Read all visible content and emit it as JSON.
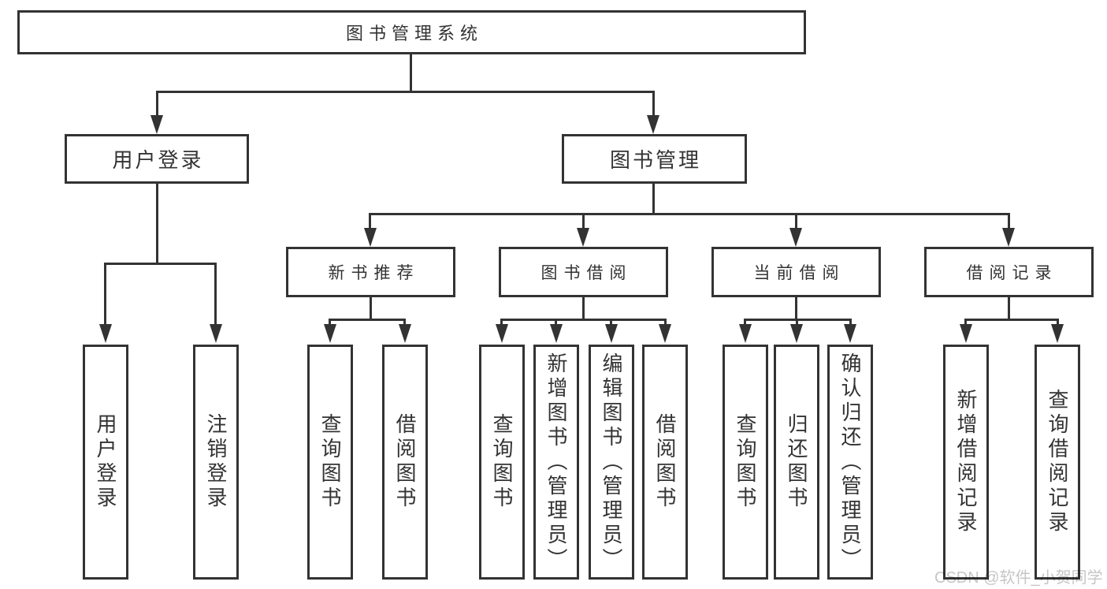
{
  "diagram": {
    "title": "图书管理系统",
    "root": {
      "label": "图书管理系统"
    },
    "level2": [
      {
        "label": "用户登录"
      },
      {
        "label": "图书管理"
      }
    ],
    "level3": [
      {
        "label": "新书推荐"
      },
      {
        "label": "图书借阅"
      },
      {
        "label": "当前借阅"
      },
      {
        "label": "借阅记录"
      }
    ],
    "level4": {
      "user_login_children": [
        {
          "label": "用户登录"
        },
        {
          "label": "注销登录"
        }
      ],
      "new_book_children": [
        {
          "label": "查询图书"
        },
        {
          "label": "借阅图书"
        }
      ],
      "book_borrow_children": [
        {
          "label": "查询图书"
        },
        {
          "label": "新增图书（管理员）"
        },
        {
          "label": "编辑图书（管理员）"
        },
        {
          "label": "借阅图书"
        }
      ],
      "current_borrow_children": [
        {
          "label": "查询图书"
        },
        {
          "label": "归还图书"
        },
        {
          "label": "确认归还（管理员）"
        }
      ],
      "borrow_record_children": [
        {
          "label": "新增借阅记录"
        },
        {
          "label": "查询借阅记录"
        }
      ]
    }
  },
  "watermark": {
    "text": "CSDN @软件_小贺同学"
  },
  "colors": {
    "line": "#333333",
    "text": "#333333",
    "box_background": "#ffffff",
    "page_background": "#ffffff",
    "watermark": "#c6c6c6"
  }
}
